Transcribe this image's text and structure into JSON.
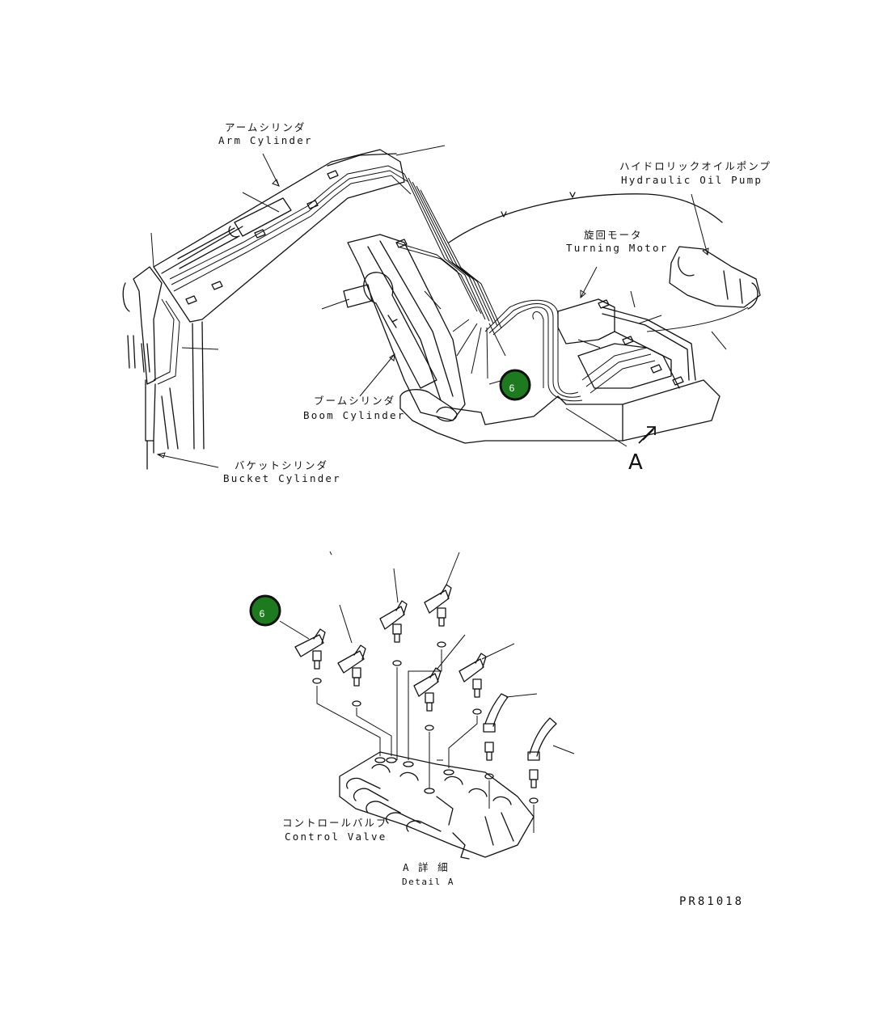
{
  "labels": {
    "arm_cylinder_jp": "アームシリンダ",
    "arm_cylinder_en": "Arm Cylinder",
    "hydraulic_pump_jp": "ハイドロリックオイルポンプ",
    "hydraulic_pump_en": "Hydraulic Oil Pump",
    "turning_motor_jp": "旋回モータ",
    "turning_motor_en": "Turning Motor",
    "boom_cylinder_jp": "ブームシリンダ",
    "boom_cylinder_en": "Boom Cylinder",
    "bucket_cylinder_jp": "バケットシリンダ",
    "bucket_cylinder_en": "Bucket Cylinder",
    "view_marker": "A",
    "control_valve_jp": "コントロールバルブ",
    "control_valve_en": "Control Valve",
    "detail_jp": "A 詳 細",
    "detail_en": "Detail A",
    "drawing_code": "PR81018"
  },
  "callouts": [
    {
      "id": "callout-upper",
      "number": "6",
      "color": "#1e7a1e"
    },
    {
      "id": "callout-detail",
      "number": "6",
      "color": "#1e7a1e"
    }
  ]
}
